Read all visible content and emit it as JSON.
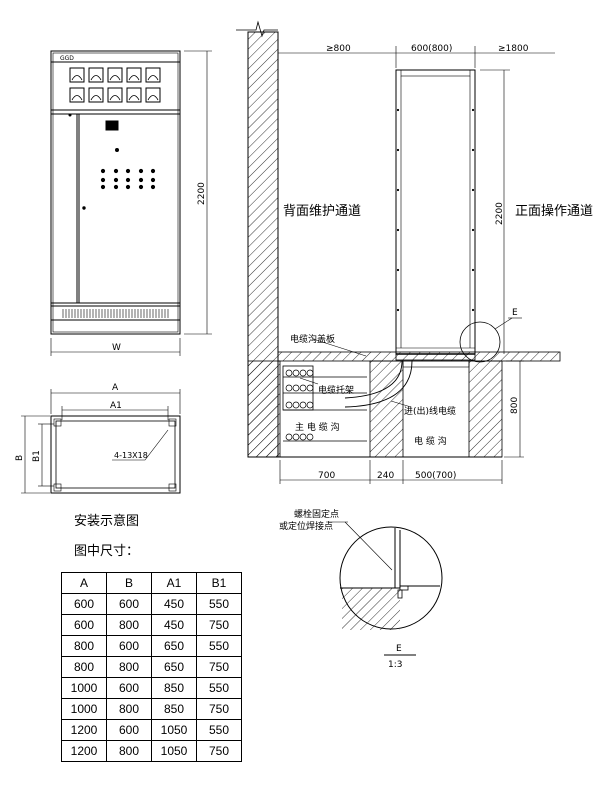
{
  "front_view": {
    "nameplate": "GGD",
    "width_label": "W",
    "height_label": "2200"
  },
  "plan_view": {
    "dim_A": "A",
    "dim_A1": "A1",
    "dim_B": "B",
    "dim_B1": "B1",
    "holes": "4-13X18"
  },
  "install_title": "安装示意图",
  "table_title": "图中尺寸：",
  "dim_table": {
    "headers": [
      "A",
      "B",
      "A1",
      "B1"
    ],
    "rows": [
      [
        "600",
        "600",
        "450",
        "550"
      ],
      [
        "600",
        "800",
        "450",
        "750"
      ],
      [
        "800",
        "600",
        "650",
        "550"
      ],
      [
        "800",
        "800",
        "650",
        "750"
      ],
      [
        "1000",
        "600",
        "850",
        "550"
      ],
      [
        "1000",
        "800",
        "850",
        "750"
      ],
      [
        "1200",
        "600",
        "1050",
        "550"
      ],
      [
        "1200",
        "800",
        "1050",
        "750"
      ]
    ]
  },
  "side_view": {
    "rear_clearance": "≥800",
    "depth": "600(800)",
    "front_clearance": "≥1800",
    "height": "2200",
    "rear_aisle": "背面维护通道",
    "front_aisle": "正面操作通道",
    "detail_tag": "E",
    "trench_cover": "电缆沟盖板",
    "cable_tray": "电缆托架",
    "main_trench": "主 电 缆 沟",
    "in_out_cable": "进(出)线电缆",
    "cable_trench": "电 缆 沟",
    "trench_depth": "800",
    "dim_700": "700",
    "dim_240": "240",
    "dim_500": "500(700)"
  },
  "detail": {
    "bolt_point": "螺栓固定点",
    "weld_point": "或定位焊接点",
    "tag": "E",
    "scale": "1:3"
  }
}
